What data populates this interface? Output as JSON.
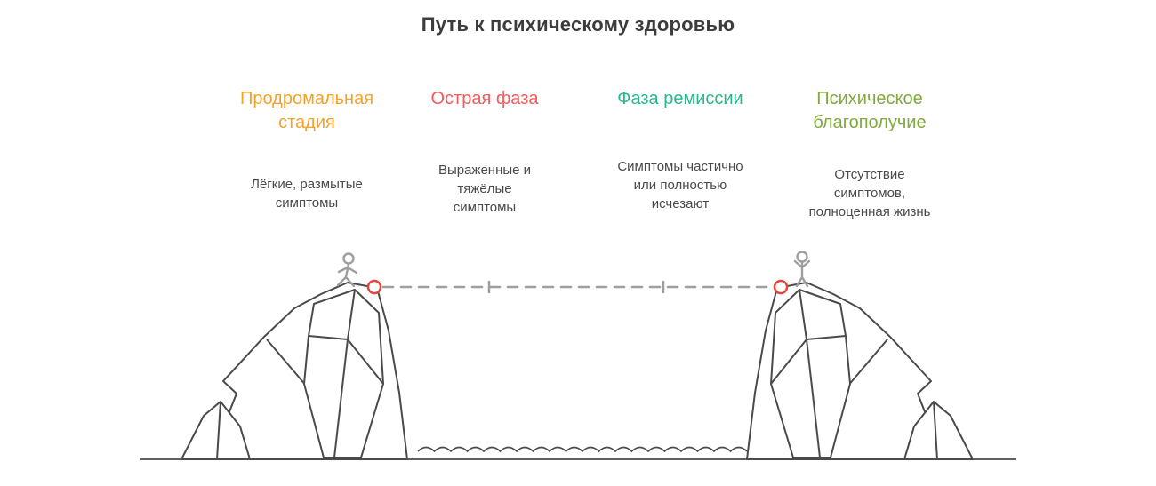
{
  "title": "Путь к психическому здоровью",
  "stages": [
    {
      "label": "Продромальная стадия",
      "label_lines": [
        "Продромальная",
        "стадия"
      ],
      "description": "Лёгкие, размытые симптомы",
      "description_lines": [
        "Лёгкие, размытые",
        "симптомы"
      ],
      "color": "#F6A12B"
    },
    {
      "label": "Острая фаза",
      "label_lines": [
        "Острая фаза"
      ],
      "description": "Выраженные и тяжёлые симптомы",
      "description_lines": [
        "Выраженные и",
        "тяжёлые",
        "симптомы"
      ],
      "color": "#F45B5B"
    },
    {
      "label": "Фаза ремиссии",
      "label_lines": [
        "Фаза ремиссии"
      ],
      "description": "Симптомы частично или полностью исчезают",
      "description_lines": [
        "Симптомы частично",
        "или полностью",
        "исчезают"
      ],
      "color": "#27B98C"
    },
    {
      "label": "Психическое благополучие",
      "label_lines": [
        "Психическое",
        "благополучие"
      ],
      "description": "Отсутствие симптомов, полноценная жизнь",
      "description_lines": [
        "Отсутствие",
        "симптомов,",
        "полноценная жизнь"
      ],
      "color": "#81A93E"
    }
  ],
  "illustration": {
    "outline_color": "#4A4A4A",
    "rope_color": "#9E9E9E",
    "figure_color": "#9E9E9E",
    "anchor_color": "#E2453C"
  }
}
